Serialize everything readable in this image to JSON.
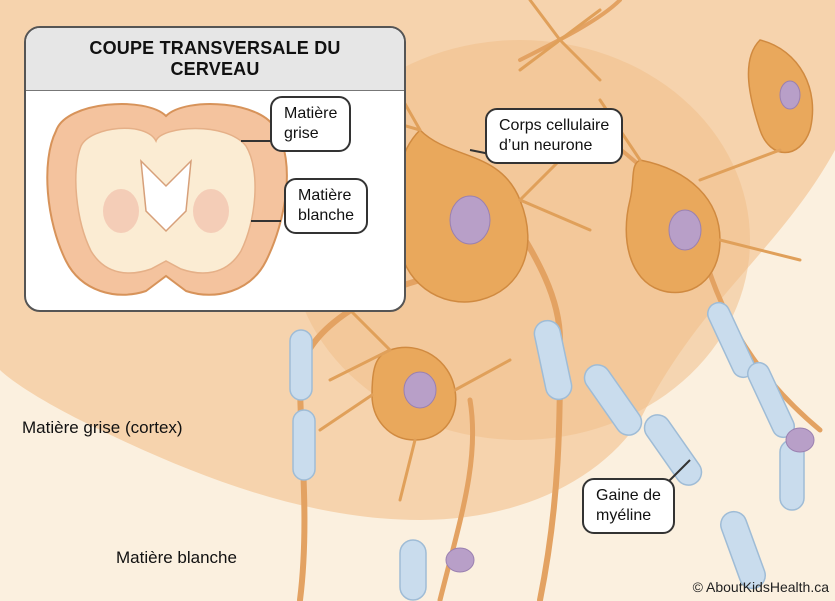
{
  "inset": {
    "title_line1": "COUPE TRANSVERSALE DU",
    "title_line2": "CERVEAU",
    "label_gray_line1": "Matière",
    "label_gray_line2": "grise",
    "label_white_line1": "Matière",
    "label_white_line2": "blanche"
  },
  "labels": {
    "cell_body_line1": "Corps cellulaire",
    "cell_body_line2": "d’un neurone",
    "myelin_line1": "Gaine de",
    "myelin_line2": "myéline",
    "gray_matter": "Matière grise (cortex)",
    "white_matter": "Matière blanche",
    "credit": "© AboutKidsHealth.ca"
  },
  "colors": {
    "gray_matter_bg": "#f6d3ad",
    "white_matter_bg": "#fbf0df",
    "neuron": "#e9a85c",
    "nucleus": "#b89fc8",
    "myelin": "#c9dced"
  }
}
